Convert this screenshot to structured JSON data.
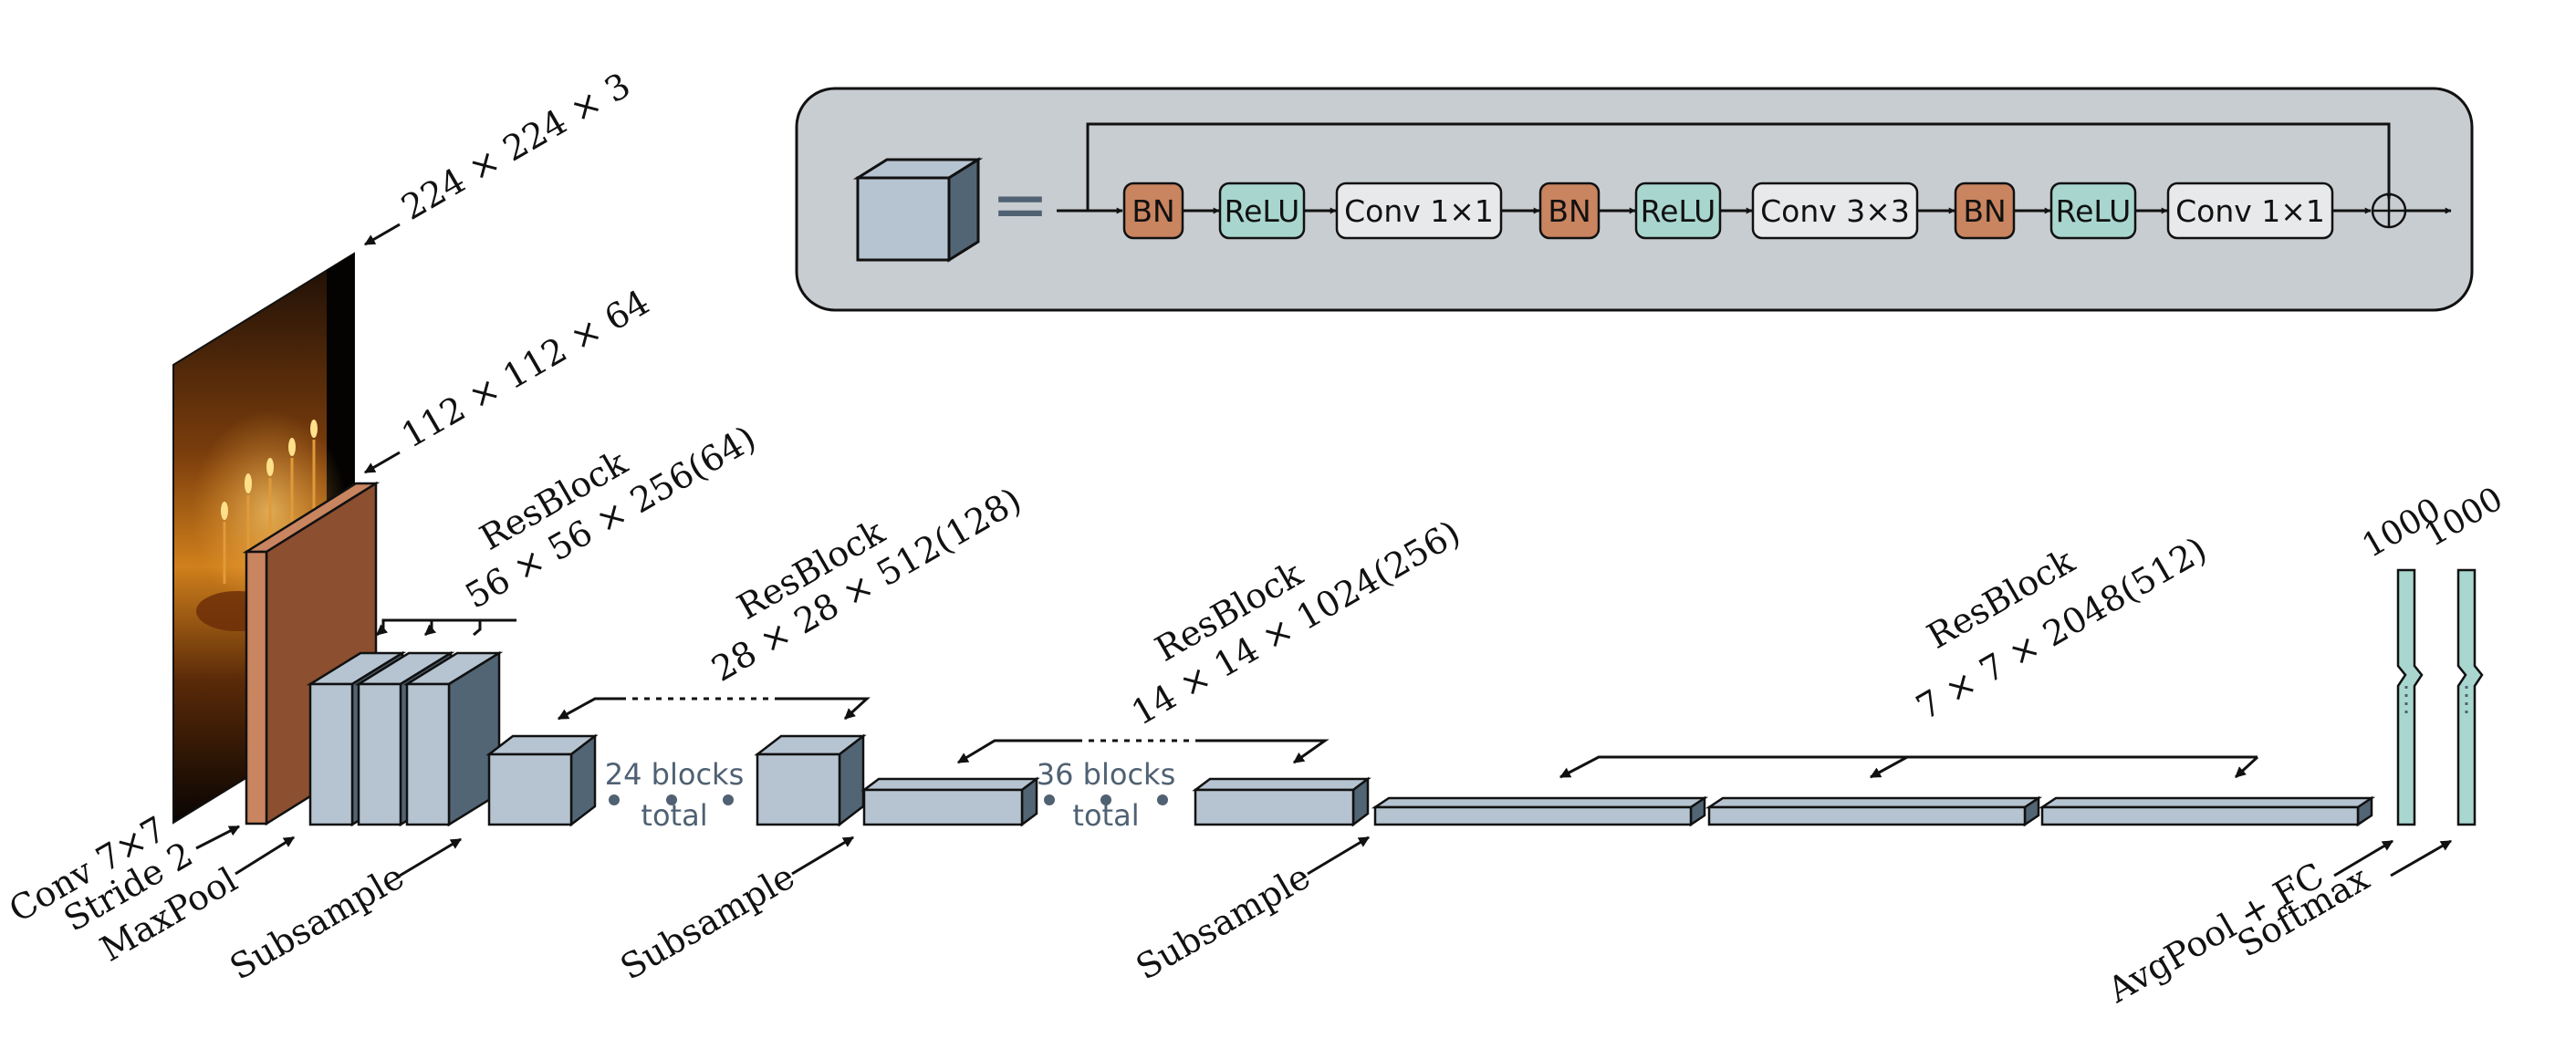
{
  "legend": {
    "equals": "=",
    "blocks": [
      "BN",
      "ReLU",
      "Conv 1×1",
      "BN",
      "ReLU",
      "Conv 3×3",
      "BN",
      "ReLU",
      "Conv 1×1"
    ],
    "add_symbol": "⊕"
  },
  "labels": {
    "input_dims": "224 × 224 × 3",
    "conv_dims": "112 × 112 × 64",
    "stage1_title": "ResBlock",
    "stage1_dims": "56 × 56 × 256(64)",
    "stage2_title": "ResBlock",
    "stage2_dims": "28 × 28 × 512(128)",
    "stage3_title": "ResBlock",
    "stage3_dims": "14 × 14 × 1024(256)",
    "stage4_title": "ResBlock",
    "stage4_dims": "7 × 7 × 2048(512)",
    "fc_dims": "1000",
    "softmax_dims": "1000",
    "conv_op_line1": "Conv 7×7",
    "conv_op_line2": "Stride 2",
    "maxpool_op": "MaxPool",
    "subsample_1": "Subsample",
    "subsample_2": "Subsample",
    "subsample_3": "Subsample",
    "avgpool_fc": "AvgPool + FC",
    "softmax": "Softmax",
    "repeat_24_line1": "24 blocks",
    "repeat_24_line2": "total",
    "repeat_36_line1": "36 blocks",
    "repeat_36_line2": "total"
  },
  "colors": {
    "panel_bg": "#c8cdd1",
    "block_front": "#b6c4d1",
    "block_side": "#526575",
    "bn": "#c98460",
    "relu": "#a8d6cf",
    "conv": "#e7e9ea",
    "fc": "#a9d7d0",
    "conv_layer": "#8c4f2f",
    "text_grey": "#4f6172"
  }
}
